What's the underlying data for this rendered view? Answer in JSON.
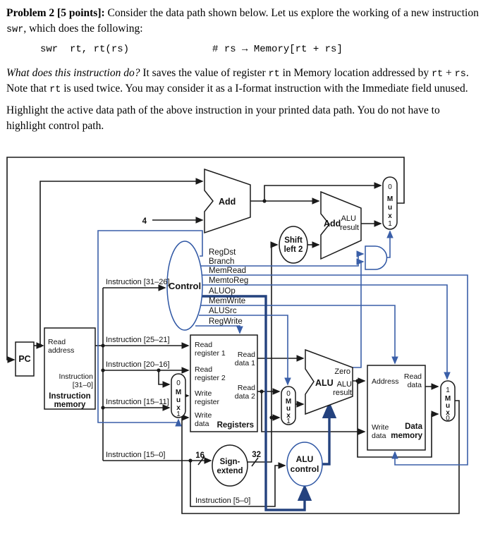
{
  "text": {
    "p1_b": "Problem 2 [5 points]:",
    "p1_a": " Consider the data path shown below.  Let us explore the working of a new instruction ",
    "p1_c": "swr",
    "p1_d": ", which does the following:",
    "code_l": "swr  rt, rt(rs)",
    "code_r": "# rs → Memory[rt + rs]",
    "p2_i": "What does this instruction do?",
    "p2_a": "  It saves the value of register ",
    "p2_m1": "rt",
    "p2_b": " in Memory location addressed by ",
    "p2_m2": "rt",
    "p2_c": " + ",
    "p2_m3": "rs",
    "p2_d": ". Note that ",
    "p2_m4": "rt",
    "p2_e": " is used twice.  You may consider it as a I-format instruction with the Immediate field unused.",
    "p3": "Highlight the active data path of the above instruction in your printed data path.  You do not have to highlight control path."
  },
  "diagram": {
    "labels": {
      "pc": "PC",
      "four": "4",
      "add1": "Add",
      "add2": "Add",
      "add2_out": [
        "ALU",
        "result"
      ],
      "shift": [
        "Shift",
        "left 2"
      ],
      "imem": {
        "read_address": [
          "Read",
          "address"
        ],
        "instr_out": [
          "Instruction",
          "[31–0]"
        ],
        "name": [
          "Instruction",
          "memory"
        ]
      },
      "control": "Control",
      "signals": [
        "RegDst",
        "Branch",
        "MemRead",
        "MemtoReg",
        "ALUOp",
        "MemWrite",
        "ALUSrc",
        "RegWrite"
      ],
      "fields": {
        "f31_26": "Instruction [31–26]",
        "f25_21": "Instruction [25–21]",
        "f20_16": "Instruction [20–16]",
        "f15_11": "Instruction [15–11]",
        "f15_0": "Instruction [15–0]",
        "f5_0": "Instruction [5–0]"
      },
      "regs": {
        "read_reg1": [
          "Read",
          "register 1"
        ],
        "read_reg2": [
          "Read",
          "register 2"
        ],
        "write_reg": [
          "Write",
          "register"
        ],
        "write_data": [
          "Write",
          "data"
        ],
        "read_data1": [
          "Read",
          "data 1"
        ],
        "read_data2": [
          "Read",
          "data 2"
        ],
        "name": "Registers"
      },
      "sign_extend": [
        "Sign-",
        "extend"
      ],
      "b16": "16",
      "b32": "32",
      "alu": "ALU",
      "zero": "Zero",
      "alu_out": [
        "ALU",
        "result"
      ],
      "alu_control": [
        "ALU",
        "control"
      ],
      "dmem": {
        "address": "Address",
        "read_data": [
          "Read",
          "data"
        ],
        "write_data": [
          "Write",
          "data"
        ],
        "name": [
          "Data",
          "memory"
        ]
      },
      "mux": [
        "M",
        "u",
        "x"
      ],
      "c0": "0",
      "c1": "1"
    },
    "colors": {
      "data_line": "#1a1a1a",
      "control_line": "#3a5fa8",
      "control_thick": "#24427e",
      "control_text": "#2e56a4"
    }
  }
}
